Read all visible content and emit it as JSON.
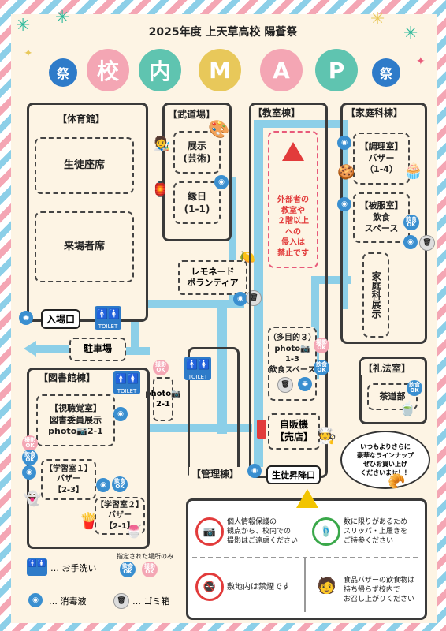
{
  "header": {
    "title": "2025年度 上天草高校 陽蒼祭",
    "map_chars": [
      "校",
      "内",
      "M",
      "A",
      "P"
    ],
    "fan_char": "祭"
  },
  "buildings": {
    "gym": {
      "label": "【体育館】",
      "student_seats": "生徒座席",
      "guest_seats": "来場者席",
      "entrance": "入場口"
    },
    "budojo": {
      "label": "【武道場】",
      "exhibit": "展示\n(芸術)",
      "ennichi": "縁日\n(1-1)"
    },
    "classroom": {
      "label": "【教室棟】",
      "warning": "外部者の\n教室や\n２階以上\nへの\n侵入は\n禁止です",
      "multi": "（多目的３）\nphoto📷\n1-3\n飲食スペース",
      "vending": "自販機\n【売店】",
      "student_entrance": "生徒昇降口"
    },
    "home": {
      "label": "【家庭科棟】",
      "cooking": "【調理室】\nバザー\n（1-4）",
      "sewing": "【被服室】\n飲食\nスペース",
      "exhibit": "家庭科展示"
    },
    "manners": {
      "label": "【礼法室】",
      "tea": "茶道部"
    },
    "library": {
      "label": "【図書館棟】",
      "av": "【視聴覚室】\n図書委員展示\nphoto📷2-1",
      "study": "【学習室１】\nバザー\n【2-3】",
      "study2": "【学習室２】\nバザー\n【2-1】"
    },
    "admin": {
      "label": "【管理棟】"
    }
  },
  "lemonade": "レモネード\nボランティア",
  "parking": "駐車場",
  "photo_21": "photo📷\n2-1",
  "speech": "いつもよりさらに\n豪華なラインナップ\nぜひお買い上げ\nくださいませ！！",
  "icons": {
    "toilet": "TOILET",
    "eat_ok": "飲食\nOK",
    "photo_ok": "撮影\nOK"
  },
  "legend": {
    "designated_note": "指定された場所のみ",
    "toilet_text": "… お手洗い",
    "disinfect_text": "… 消毒液",
    "trash_text": "… ゴミ箱"
  },
  "notices": {
    "privacy": "個人情報保護の\n観点から、校内での\n撮影はご遠慮ください",
    "slippers": "数に限りがあるため\nスリッパ・上履きを\nご持参ください",
    "smoking": "敷地内は禁煙です",
    "food": "食品バザーの飲食物は\n持ち帰らず校内で\nお召し上がりください"
  },
  "colors": {
    "pink": "#f4a6b4",
    "green": "#5fc4b0",
    "yellow": "#e8c85a",
    "corridor": "#8ccfe8",
    "paper": "#fdf4e4"
  }
}
